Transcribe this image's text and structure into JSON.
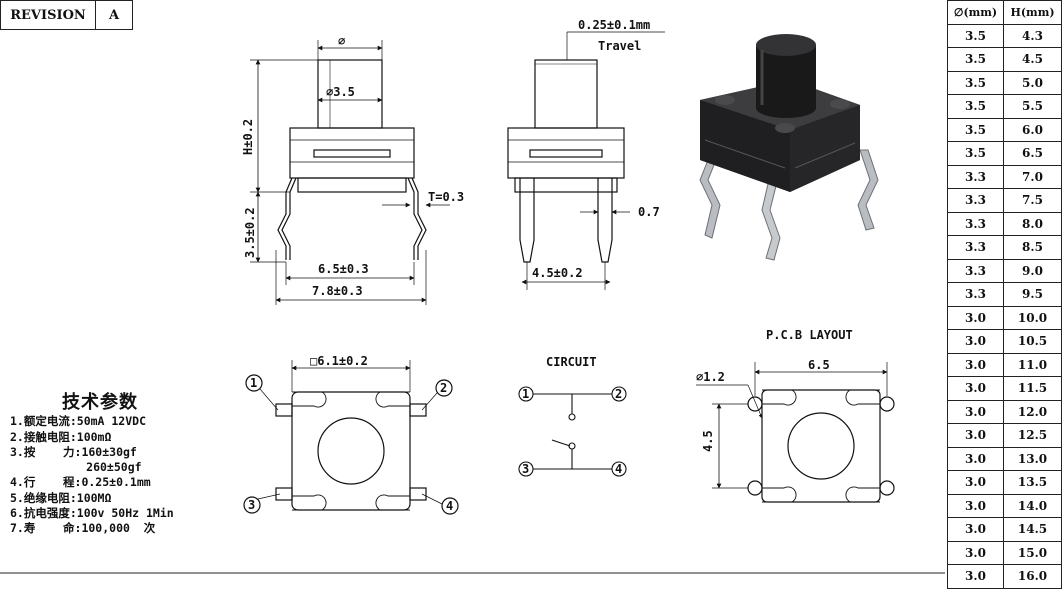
{
  "revision": {
    "label": "REVISION",
    "value": "A"
  },
  "side_view": {
    "dia_symbol": "∅",
    "dia_label": "∅3.5",
    "height_label": "H±0.2",
    "thickness_label": "T=0.3",
    "leg_label": "3.5±0.2",
    "width_inner": "6.5±0.3",
    "width_outer": "7.8±0.3"
  },
  "front_view": {
    "travel_value": "0.25±0.1mm",
    "travel_label": "Travel",
    "pin_label": "0.7",
    "pin_spacing": "4.5±0.2"
  },
  "top_view": {
    "size_label": "□6.1±0.2",
    "pins": [
      "1",
      "2",
      "3",
      "4"
    ]
  },
  "circuit": {
    "title": "CIRCUIT",
    "pins": [
      "1",
      "2",
      "3",
      "4"
    ]
  },
  "pcb": {
    "title": "P.C.B LAYOUT",
    "hole_label": "∅1.2",
    "width_label": "6.5",
    "height_label": "4.5"
  },
  "specs": {
    "title": "技术参数",
    "items": [
      "1.额定电流:50mA 12VDC",
      "2.接触电阻:100mΩ",
      "3.按    力:160±30gf",
      "           260±50gf",
      "4.行    程:0.25±0.1mm",
      "5.绝缘电阻:100MΩ",
      "6.抗电强度:100v 50Hz 1Min",
      "7.寿    命:100,000  次"
    ]
  },
  "table": {
    "headers": [
      "∅(mm)",
      "H(mm)"
    ],
    "rows": [
      [
        "3.5",
        "4.3"
      ],
      [
        "3.5",
        "4.5"
      ],
      [
        "3.5",
        "5.0"
      ],
      [
        "3.5",
        "5.5"
      ],
      [
        "3.5",
        "6.0"
      ],
      [
        "3.5",
        "6.5"
      ],
      [
        "3.3",
        "7.0"
      ],
      [
        "3.3",
        "7.5"
      ],
      [
        "3.3",
        "8.0"
      ],
      [
        "3.3",
        "8.5"
      ],
      [
        "3.3",
        "9.0"
      ],
      [
        "3.3",
        "9.5"
      ],
      [
        "3.0",
        "10.0"
      ],
      [
        "3.0",
        "10.5"
      ],
      [
        "3.0",
        "11.0"
      ],
      [
        "3.0",
        "11.5"
      ],
      [
        "3.0",
        "12.0"
      ],
      [
        "3.0",
        "12.5"
      ],
      [
        "3.0",
        "13.0"
      ],
      [
        "3.0",
        "13.5"
      ],
      [
        "3.0",
        "14.0"
      ],
      [
        "3.0",
        "14.5"
      ],
      [
        "3.0",
        "15.0"
      ],
      [
        "3.0",
        "16.0"
      ]
    ]
  }
}
